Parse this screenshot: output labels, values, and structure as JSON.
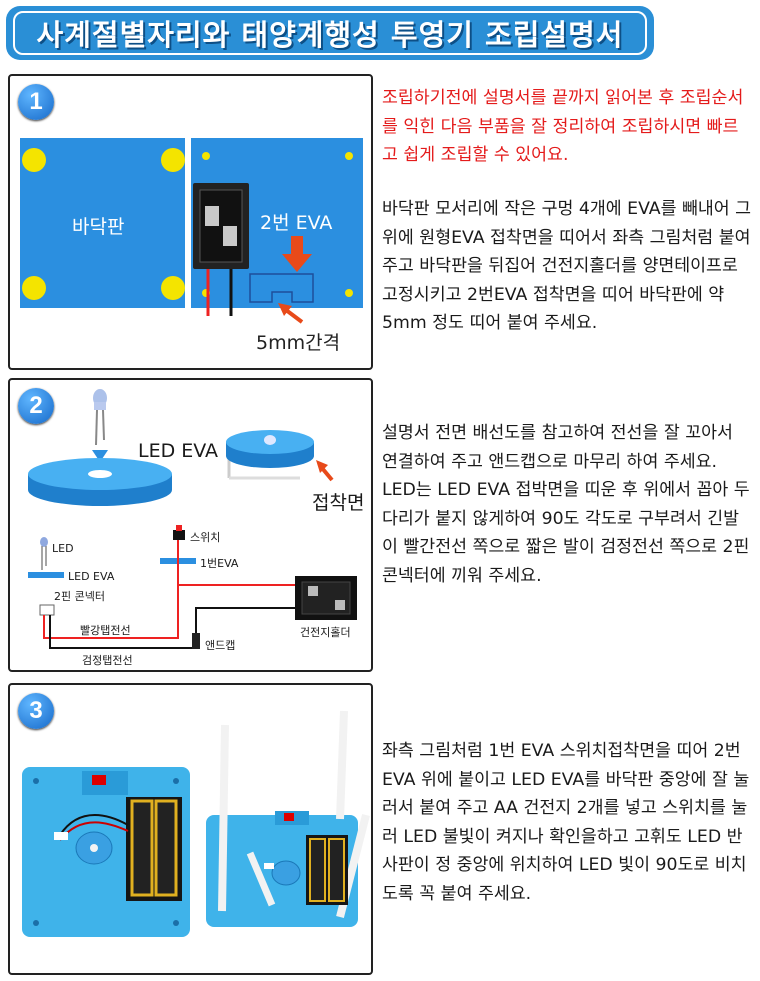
{
  "title": "사계절별자리와 태양계행성 투영기 조립설명서",
  "steps": [
    {
      "number": "1",
      "labels": {
        "base_plate": "바닥판",
        "eva2": "2번 EVA",
        "gap": "5mm간격"
      },
      "warning": "조립하기전에 설명서를 끝까지 읽어본 후 조립순서를 익힌 다음 부품을 잘 정리하여 조립하시면 빠르고 쉽게 조립할 수 있어요.",
      "body": "바닥판 모서리에 작은 구멍 4개에 EVA를 빼내어 그위에 원형EVA 접착면을 띠어서 좌측 그림처럼 붙여 주고 바닥판을 뒤집어 건전지홀더를 양면테이프로 고정시키고 2번EVA 접착면을 띠어 바닥판에 약 5mm 정도 띠어 붙여 주세요."
    },
    {
      "number": "2",
      "labels": {
        "led_eva_big": "LED EVA",
        "adhesive": "접착면",
        "led": "LED",
        "led_eva": "LED EVA",
        "connector": "2핀 콘넥터",
        "switch": "스위치",
        "eva1": "1번EVA",
        "battery_holder": "건전지홀더",
        "red_wire": "빨강탭전선",
        "end_cap": "앤드캡",
        "black_wire": "검정탭전선"
      },
      "body": "설명서 전면 배선도를 참고하여 전선을 잘 꼬아서 연결하여 주고 앤드캡으로 마무리 하여 주세요. LED는 LED EVA 접박면을 띠운 후 위에서 꼽아 두 다리가 붙지 않게하여 90도 각도로 구부려서 긴발이 빨간전선 쪽으로 짧은 발이 검정전선 쪽으로 2핀 콘넥터에 끼워 주세요."
    },
    {
      "number": "3",
      "body": "좌측 그림처럼 1번 EVA 스위치접착면을 띠어 2번 EVA 위에 붙이고 LED EVA를 바닥판 중앙에 잘 눌러서 붙여 주고 AA 건전지 2개를 넣고 스위치를 눌러 LED 불빛이 켜지나 확인을하고 고휘도 LED 반사판이 정 중앙에 위치하여 LED 빛이 90도로 비치도록 꼭 붙여 주세요."
    }
  ],
  "colors": {
    "banner": "#2a8fd6",
    "eva_blue": "#2b8fe0",
    "warning_red": "#e41b1b",
    "sticker_yellow": "#f4e400"
  }
}
